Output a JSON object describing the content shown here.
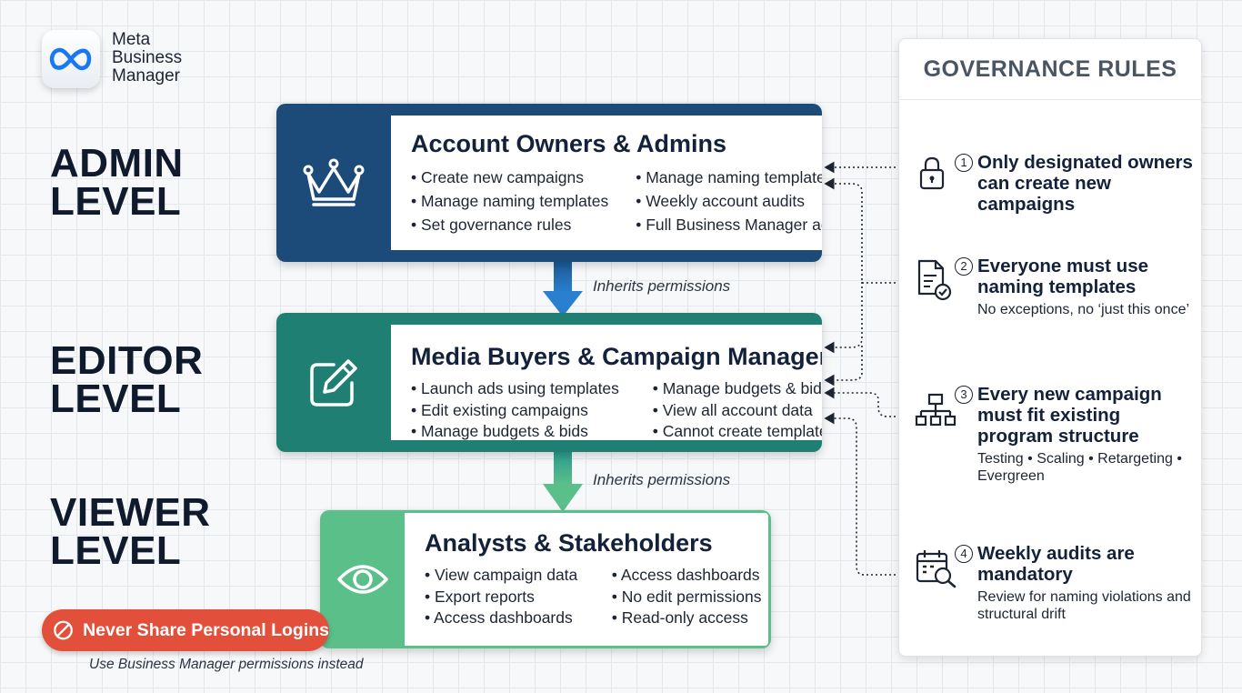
{
  "brand": {
    "name_lines": [
      "Meta",
      "Business",
      "Manager"
    ]
  },
  "levels": [
    {
      "lines": [
        "ADMIN",
        "LEVEL"
      ]
    },
    {
      "lines": [
        "EDITOR",
        "LEVEL"
      ]
    },
    {
      "lines": [
        "VIEWER",
        "LEVEL"
      ]
    }
  ],
  "roles": {
    "admin": {
      "title": "Account Owners & Admins",
      "icon": "crown-icon",
      "color": "#1c4a79",
      "bullets": [
        "• Create new campaigns",
        "• Manage naming templates",
        "• Manage naming templates",
        "• Weekly account audits",
        "• Set governance rules",
        "• Full Business Manager access"
      ]
    },
    "editor": {
      "title": "Media Buyers & Campaign Managers",
      "icon": "pencil-edit-icon",
      "color": "#1f7f72",
      "bullets": [
        "• Launch ads using templates",
        "• Manage budgets & bids",
        "• Edit existing campaigns",
        "• View all account data",
        "• Manage budgets & bids",
        "• Cannot create templates"
      ]
    },
    "viewer": {
      "title": "Analysts & Stakeholders",
      "icon": "eye-icon",
      "color": "#5bbf8a",
      "bullets": [
        "• View campaign data",
        "• Access dashboards",
        "• Export reports",
        "• No edit permissions",
        "• Access dashboards",
        "• Read-only access"
      ]
    }
  },
  "inherit_labels": [
    "Inherits permissions",
    "Inherits permissions"
  ],
  "governance": {
    "header": "GOVERNANCE RULES",
    "rules": [
      {
        "num": "1",
        "icon": "lock-icon",
        "title": "Only designated owners can create new campaigns",
        "sub": ""
      },
      {
        "num": "2",
        "icon": "document-check-icon",
        "title": "Everyone must use naming templates",
        "sub": "No exceptions, no ‘just this once’"
      },
      {
        "num": "3",
        "icon": "hierarchy-icon",
        "title": "Every new campaign must fit existing program structure",
        "sub": "Testing • Scaling • Retargeting • Evergreen"
      },
      {
        "num": "4",
        "icon": "calendar-search-icon",
        "title": "Weekly audits are mandatory",
        "sub": "Review for naming violations and structural drift"
      }
    ]
  },
  "warning": {
    "label": "Never Share Personal Logins",
    "sub": "Use Business Manager permissions instead",
    "icon": "prohibited-icon",
    "color": "#e2503c"
  }
}
